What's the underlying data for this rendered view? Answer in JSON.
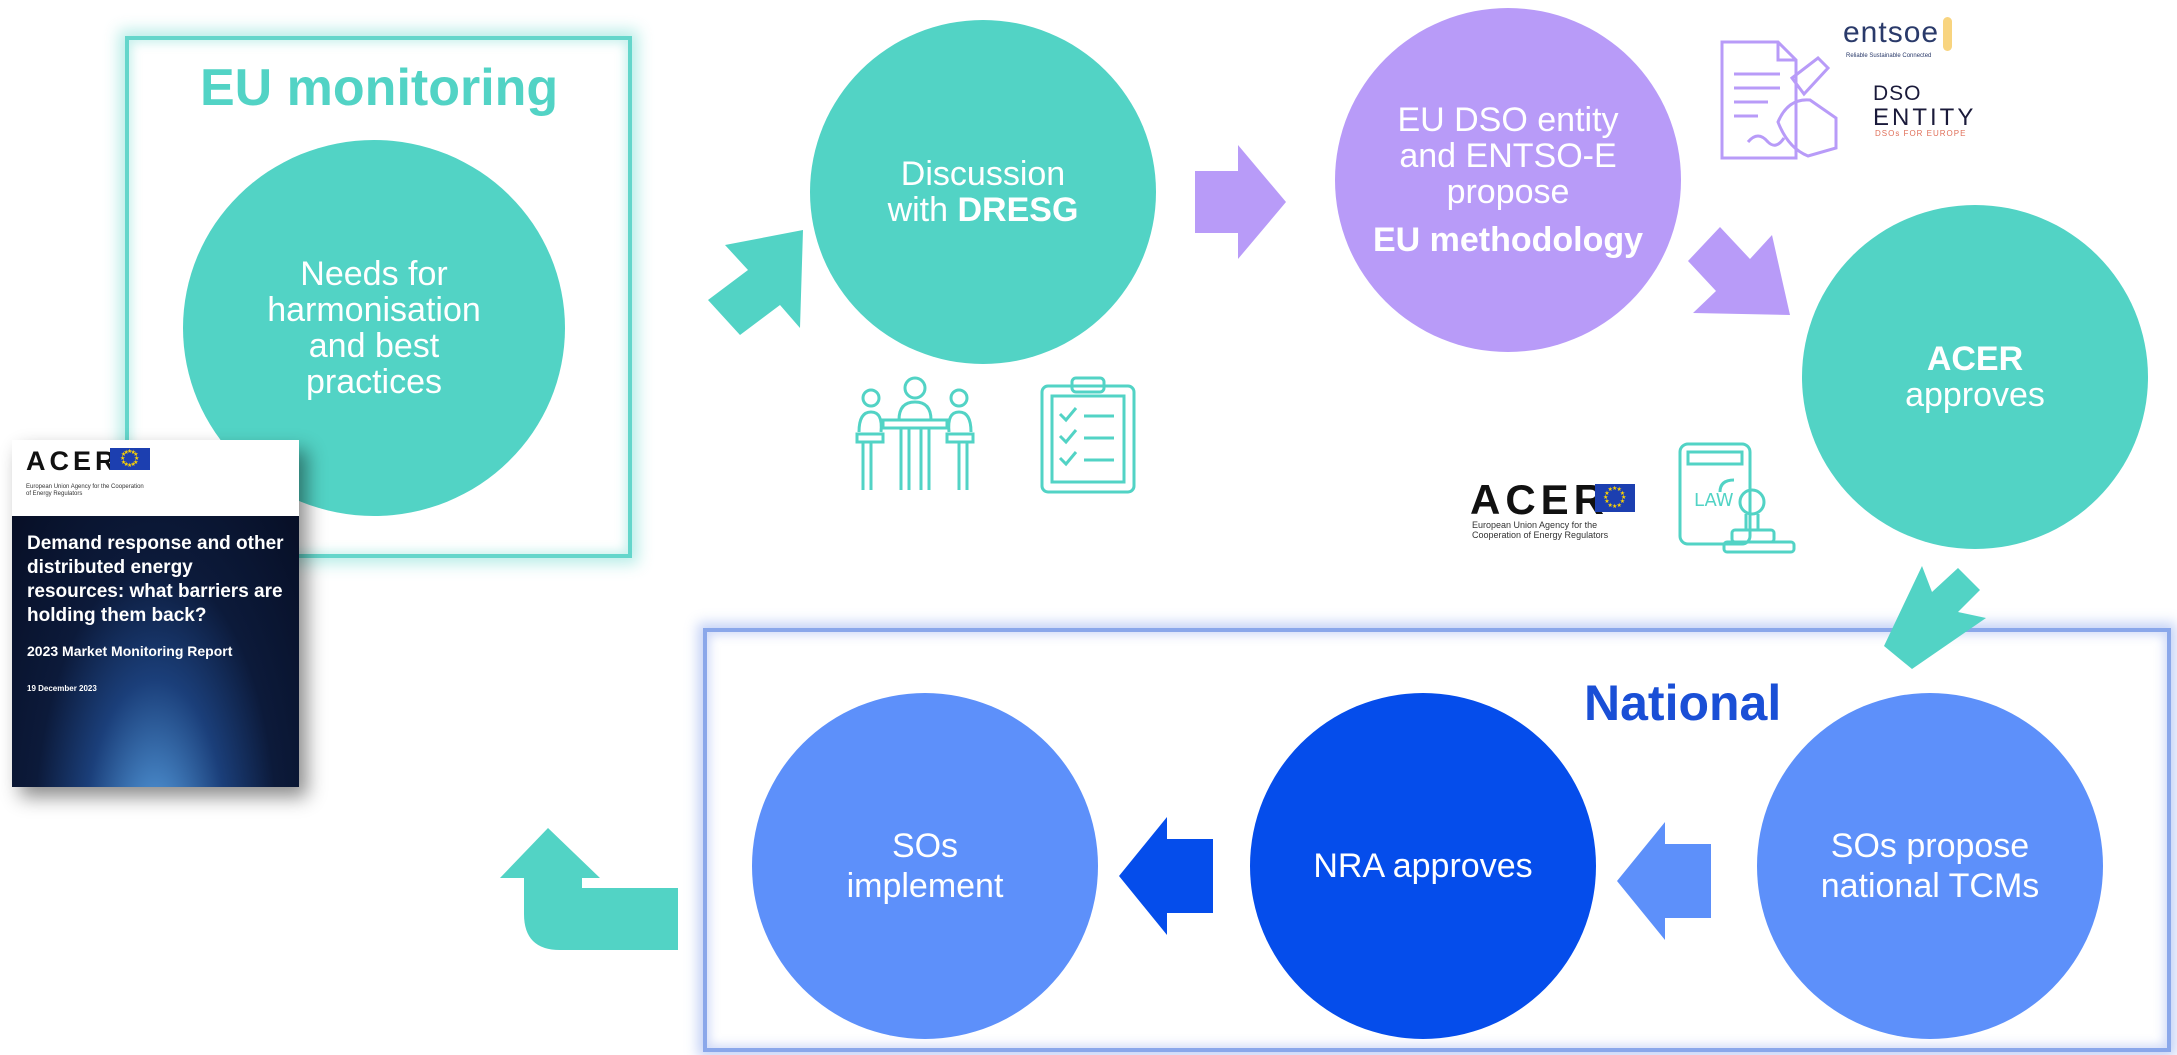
{
  "eu_section": {
    "title": "EU monitoring",
    "needs_text": "Needs for harmonisation and best practices"
  },
  "report": {
    "brand": "ACER",
    "brand_sub": "European Union Agency for the Cooperation of Energy Regulators",
    "title": "Demand response and other distributed energy resources: what barriers are holding them back?",
    "subtitle": "2023 Market Monitoring Report",
    "date": "19 December 2023"
  },
  "discussion": {
    "line1": "Discussion",
    "line2_prefix": "with ",
    "line2_bold": "DRESG"
  },
  "proposal": {
    "text": "EU DSO entity and ENTSO-E propose",
    "bold": "EU methodology"
  },
  "logos": {
    "entsoe": "entsoe",
    "entsoe_tagline": "Reliable Sustainable Connected",
    "dso_top": "DSO",
    "dso_bottom": "ENTITY",
    "dso_tagline": "DSOs FOR EUROPE",
    "acer": "ACER",
    "acer_sub": "European Union Agency for the Cooperation of Energy Regulators",
    "law": "LAW"
  },
  "acer_approves": {
    "bold": "ACER",
    "text": "approves"
  },
  "national": {
    "title": "National",
    "sos_propose": "SOs propose national TCMs",
    "nra_approves": "NRA approves",
    "sos_implement": "SOs implement"
  },
  "colors": {
    "teal": "#52d3c5",
    "purple": "#b89bf8",
    "blue": "#5d90fa",
    "dark_blue": "#054deb"
  },
  "icons": [
    "meeting-icon",
    "checklist-icon",
    "document-signing-icon",
    "law-stamp-icon"
  ]
}
